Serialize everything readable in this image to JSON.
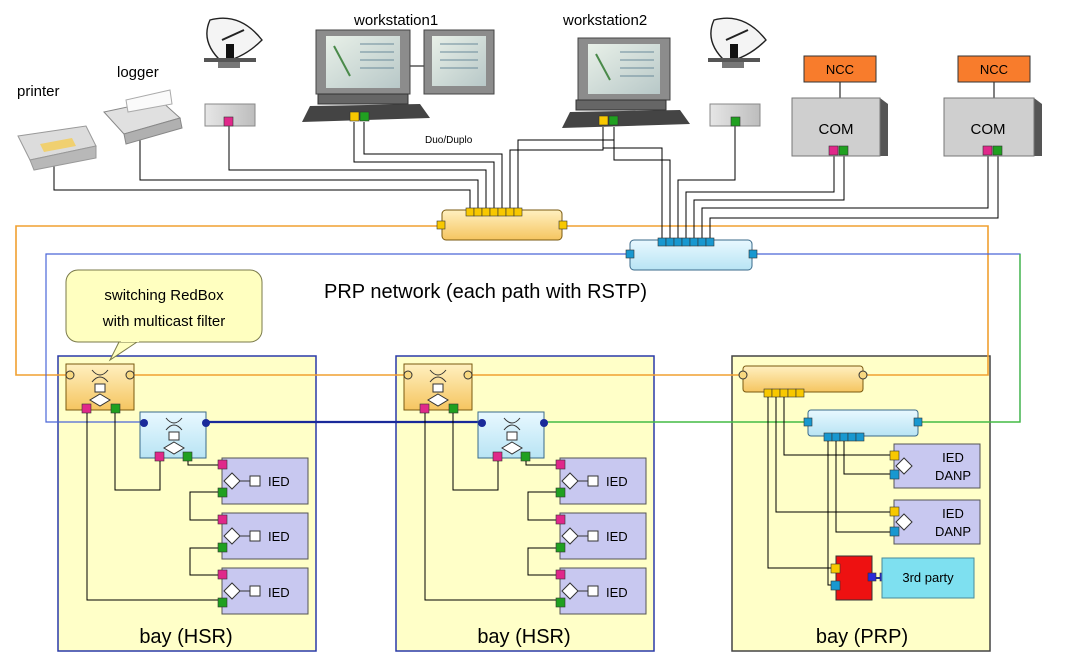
{
  "labels": {
    "printer": "printer",
    "logger": "logger",
    "workstation1": "workstation1",
    "workstation2": "workstation2",
    "duo_duplo": "Duo/Duplo",
    "ncc": "NCC",
    "com": "COM",
    "prp_network": "PRP network (each path with RSTP)",
    "callout_line1": "switching RedBox",
    "callout_line2": "with multicast filter",
    "ied": "IED",
    "ied_danp_line1": "IED",
    "ied_danp_line2": "DANP",
    "third_party": "3rd party",
    "bay_hsr": "bay (HSR)",
    "bay_prp": "bay (PRP)"
  },
  "colors": {
    "lan_a": "#f0a030",
    "lan_b": "#4a66d8",
    "lan_green": "#44bb44",
    "hsr_ring": "#1a2a9a",
    "bay_fill": "#ffffc8",
    "ied_fill": "#c8c8f0",
    "ncc_fill": "#f87c2c",
    "third_party_fill": "#7ee0f0",
    "port_pink": "#e0288a",
    "port_green": "#20a020",
    "port_yellow": "#f8c800",
    "port_blue": "#1898d0"
  }
}
